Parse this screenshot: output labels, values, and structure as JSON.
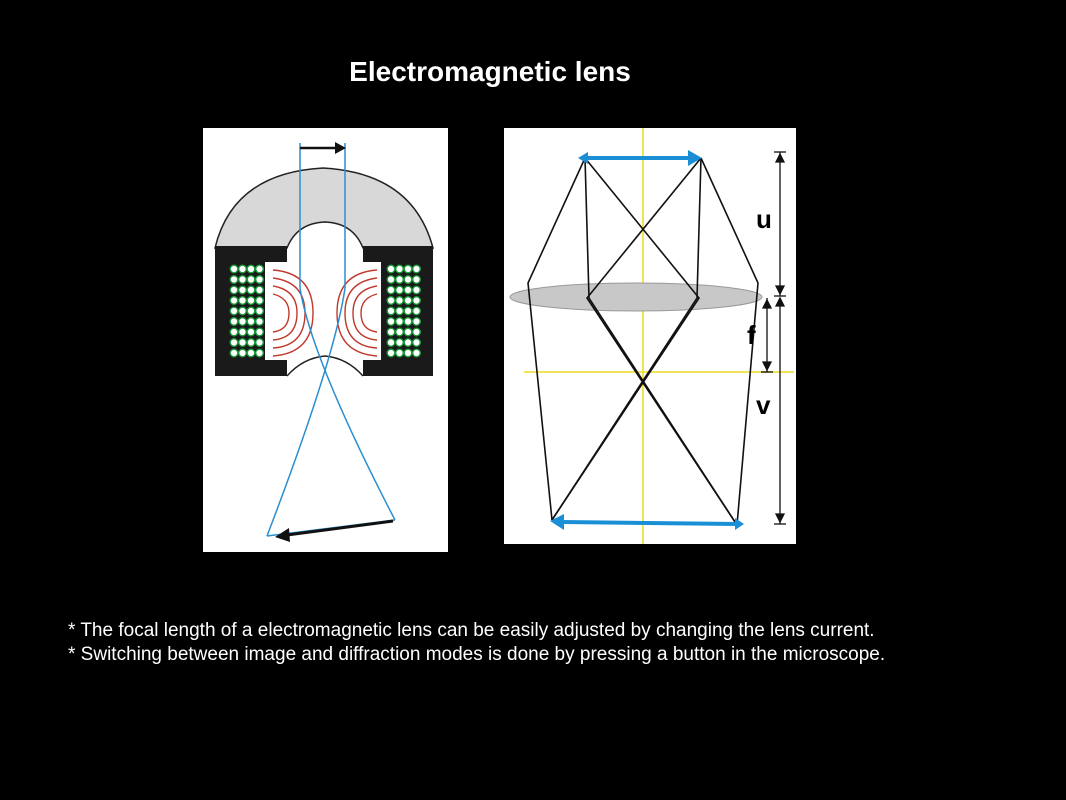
{
  "title": "Electromagnetic lens",
  "diagrams": {
    "magnetic_lens": {
      "icon": "electromagnetic-lens-cross-section"
    },
    "ray_diagram": {
      "labels": {
        "u": "u",
        "f": "f",
        "v": "v"
      },
      "colors": {
        "arrow": "#1a8fd6",
        "axis": "#f0e040",
        "lens": "#c8c8c8"
      }
    }
  },
  "colors": {
    "beam": "#2a8fd0",
    "field_lines": "#c0392b",
    "coil": "#1a9a3a",
    "pole_piece": "#d8d8d8"
  },
  "notes": [
    "* The focal length of a electromagnetic lens can be easily adjusted by changing the lens current.",
    "* Switching between image and diffraction modes is done by pressing a button in the microscope."
  ]
}
